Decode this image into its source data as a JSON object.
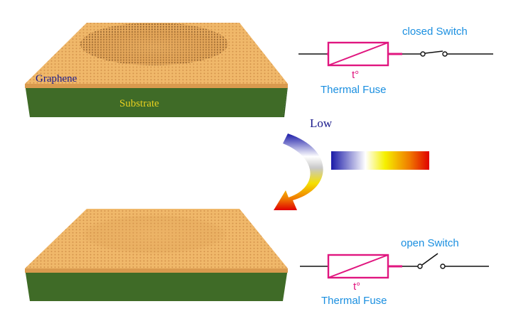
{
  "labels": {
    "graphene": "Graphene",
    "substrate": "Substrate",
    "low": "Low",
    "temperature_symbol": "t°",
    "thermal_fuse": "Thermal Fuse",
    "closed_switch": "closed Switch",
    "open_switch": "open Switch"
  },
  "colors": {
    "graphene_top": "#f0b86a",
    "graphene_edge": "#d99a4e",
    "substrate": "#3f6b27",
    "substrate_dark": "#2f5a1c",
    "fuse": "#e0167f",
    "wire": "#111111",
    "label_blue": "#1a8fe0",
    "graphene_label": "#1a1a8c",
    "substrate_label": "#e8d020",
    "low_label": "#1a1a8c"
  },
  "color_scale": [
    "#1a1aa8",
    "#ffffff",
    "#f5f000",
    "#f07a00",
    "#e00000"
  ],
  "icons": {
    "fuse": "thermal-fuse-icon",
    "switch": "switch-icon",
    "arrow": "curved-arrow-icon"
  }
}
